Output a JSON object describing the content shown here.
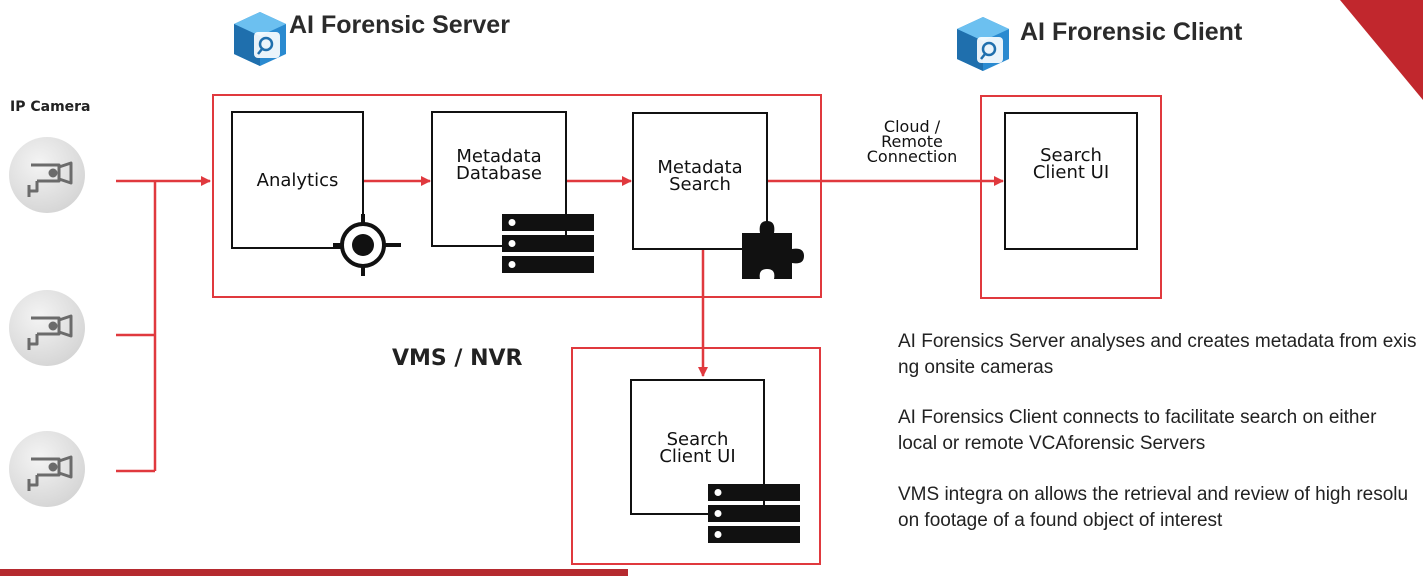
{
  "server_title": "AI Forensic Server",
  "client_title": "AI Frorensic Client",
  "camera_label": "IP Camera",
  "boxes": {
    "analytics": "Analytics",
    "metadata_database": "Metadata\nDatabase",
    "metadata_search": "Metadata\nSearch",
    "remote_client": "Search\nClient UI",
    "vms_client": "Search\nClient UI"
  },
  "connection_label": "Cloud /\nRemote\nConnection",
  "vms_label": "VMS / NVR",
  "descriptions": [
    "AI Forensics Server analyses and creates metadata from exis ng onsite cameras",
    "AI Forensics Client connects to facilitate search on either local or remote VCAforensic Servers",
    "VMS integra on allows the retrieval and review of high resolu on footage of a found object of interest"
  ],
  "colors": {
    "accent": "#e0393e",
    "logo_blue": "#1f7fc4",
    "corner": "#c1272d"
  },
  "icons": [
    "cube-search-icon",
    "camera-icon",
    "target-icon",
    "server-icon",
    "puzzle-icon"
  ]
}
